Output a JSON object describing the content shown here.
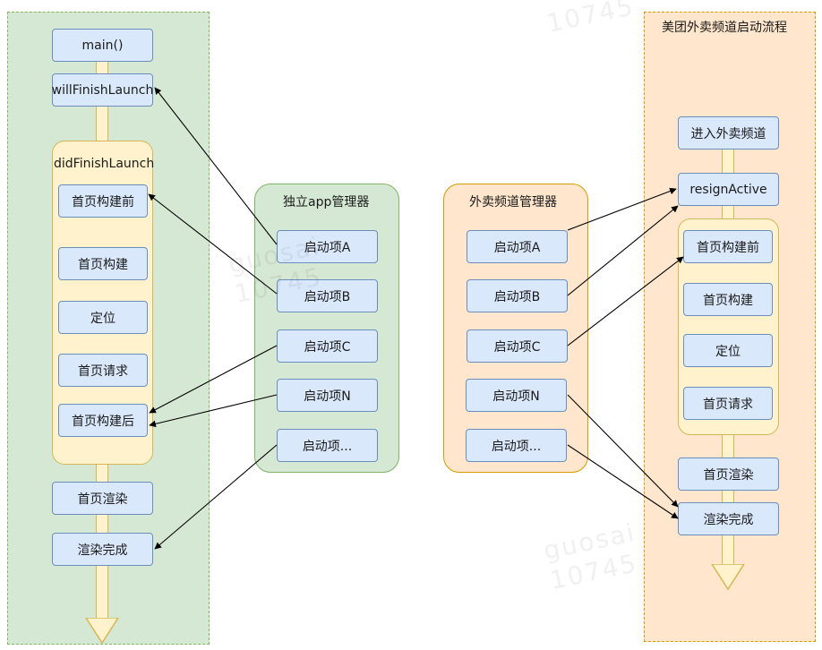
{
  "left_timeline": {
    "main": "main()",
    "will_finish": "willFinishLaunch",
    "did_finish_title": "didFinishLaunch",
    "did_finish_items": [
      "首页构建前",
      "首页构建",
      "定位",
      "首页请求",
      "首页构建后"
    ],
    "after_items": [
      "首页渲染",
      "渲染完成"
    ]
  },
  "app_manager": {
    "title": "独立app管理器",
    "items": [
      "启动项A",
      "启动项B",
      "启动项C",
      "启动项N",
      "启动项..."
    ]
  },
  "channel_manager": {
    "title": "外卖频道管理器",
    "items": [
      "启动项A",
      "启动项B",
      "启动项C",
      "启动项N",
      "启动项..."
    ]
  },
  "right_timeline": {
    "title": "美团外卖频道启动流程",
    "enter": "进入外卖频道",
    "resign": "resignActive",
    "group_items": [
      "首页构建前",
      "首页构建",
      "定位",
      "首页请求"
    ],
    "after_items": [
      "首页渲染",
      "渲染完成"
    ]
  },
  "watermark": {
    "name": "guosai",
    "number": "10745"
  },
  "colors": {
    "lane_green": "#d5e8d4",
    "lane_orange": "#ffe6cc",
    "box_blue": "#dae8fc",
    "group_yellow": "#fff2cc"
  }
}
